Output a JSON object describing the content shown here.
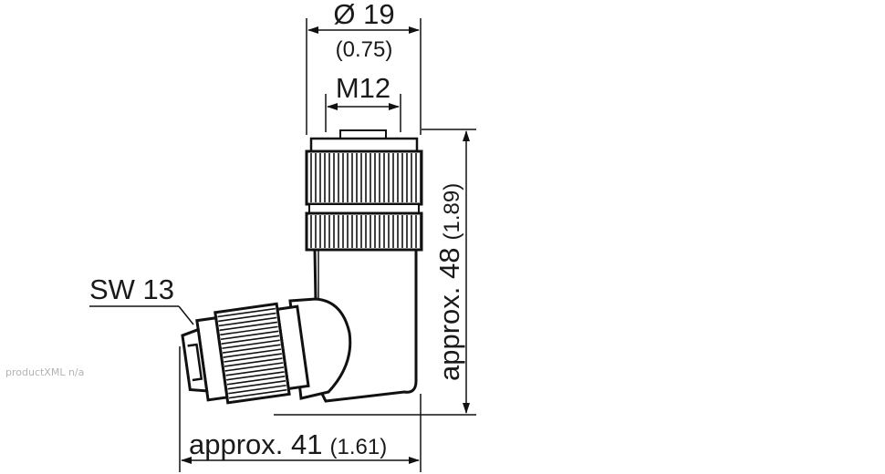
{
  "dimensions": {
    "diameter_label": "Ø 19",
    "diameter_inch": "(0.75)",
    "thread_label": "M12",
    "height_label": "approx. 48",
    "height_inch": "(1.89)",
    "width_label": "approx. 41",
    "width_inch": "(1.61)",
    "wrench_label": "SW 13"
  },
  "watermark": "productXML n/a"
}
